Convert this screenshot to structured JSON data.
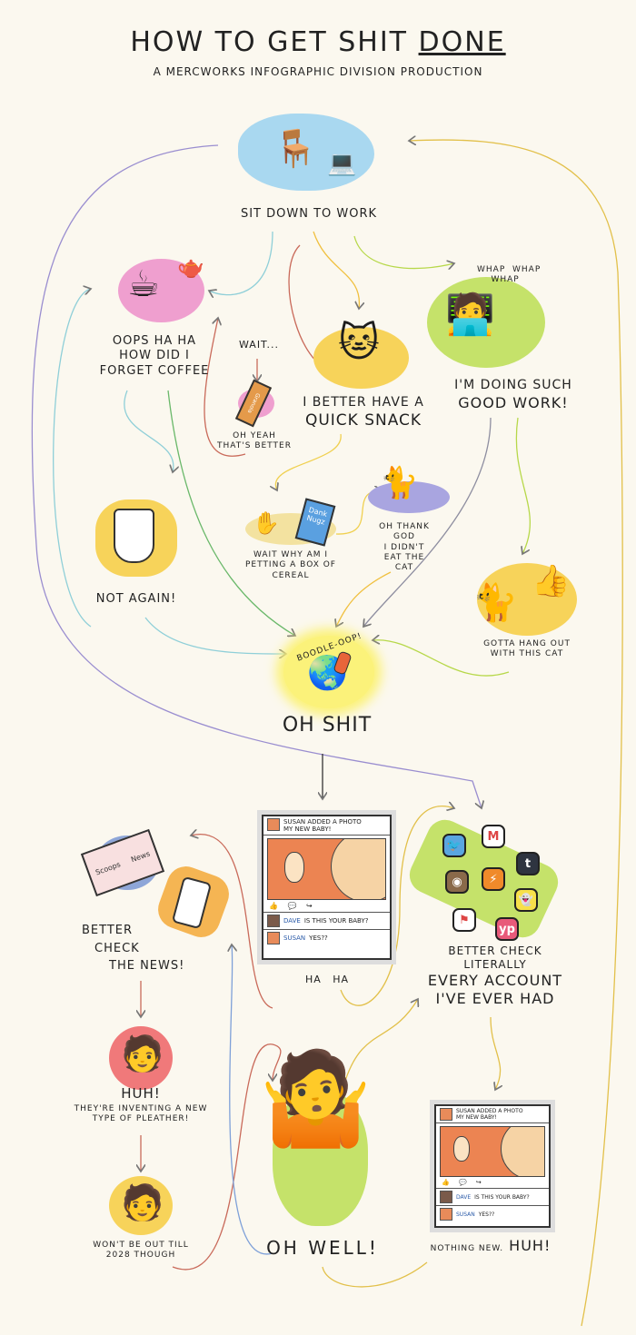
{
  "header": {
    "title_main": "How to get shit",
    "title_emph": "done",
    "subtitle": "A Mercworks Infographic Division Production"
  },
  "nodes": {
    "sit_down": "Sit down to work",
    "coffee": [
      "Oops ha ha",
      "how did I",
      "forget coffee"
    ],
    "wait": "Wait...",
    "granola_label": "Granola",
    "granola": [
      "Oh yeah",
      "that's better"
    ],
    "snack": [
      "I better have a",
      "quick snack"
    ],
    "whap": [
      "Whap",
      "Whap",
      "Whap"
    ],
    "good_work": [
      "I'm doing such",
      "good work!"
    ],
    "not_again": "Not again!",
    "cereal_box": [
      "Dank",
      "Nugz"
    ],
    "cereal": [
      "Wait why am I",
      "petting a box of",
      "cereal"
    ],
    "ate_cat": [
      "Oh thank",
      "God",
      "I didn't",
      "eat the",
      "cat"
    ],
    "hang_out": [
      "Gotta hang out",
      "with this cat"
    ],
    "boodle": "Boodle-oop!",
    "oh_shit": "Oh shit",
    "ha_ha": "Ha ha",
    "news_paper": [
      "Scoops",
      "News"
    ],
    "check_news": [
      "Better",
      "check",
      "the news!"
    ],
    "every_account": [
      "Better check",
      "literally",
      "every account",
      "I've ever had"
    ],
    "huh": "Huh!",
    "pleather": [
      "They're inventing a new",
      "type of pleather!"
    ],
    "year_2028": [
      "Won't be out till",
      "2028 though"
    ],
    "oh_well": "Oh well!",
    "nothing_new": "Nothing new.",
    "huh2": "Huh!"
  },
  "post_1": {
    "header": [
      "Susan added a photo",
      "my new baby!"
    ],
    "reactions": "👍 💬 ↪",
    "comments": [
      {
        "author": "Dave",
        "text": "is this your baby?"
      },
      {
        "author": "Susan",
        "text": "yes??"
      }
    ]
  },
  "post_2": {
    "header": [
      "Susan added a photo",
      "my new baby!"
    ],
    "reactions": "👍 💬 ↪",
    "comments": [
      {
        "author": "Dave",
        "text": "is this your baby?"
      },
      {
        "author": "Susan",
        "text": "yes??"
      }
    ]
  },
  "apps": [
    {
      "name": "twitter",
      "glyph": "🐦",
      "color": "#5aa6e0"
    },
    {
      "name": "gmail",
      "glyph": "M",
      "color": "#ffffff"
    },
    {
      "name": "tumblr",
      "glyph": "t",
      "color": "#2e3440"
    },
    {
      "name": "instagram",
      "glyph": "◉",
      "color": "#8a6a4a"
    },
    {
      "name": "feedly",
      "glyph": "⚡",
      "color": "#f08a2a"
    },
    {
      "name": "snapchat",
      "glyph": "👻",
      "color": "#f7e04a"
    },
    {
      "name": "flag-app",
      "glyph": "⚑",
      "color": "#ffffff"
    },
    {
      "name": "yp",
      "glyph": "yp",
      "color": "#e85a7a"
    }
  ],
  "colors": {
    "blue": "#a9d8f0",
    "pink": "#ef9fcf",
    "yellow": "#f7d35a",
    "green": "#c5e26a",
    "purple": "#a9a5e0",
    "orange": "#f5b553",
    "red": "#f0797a",
    "burst": "#fbf27a"
  }
}
